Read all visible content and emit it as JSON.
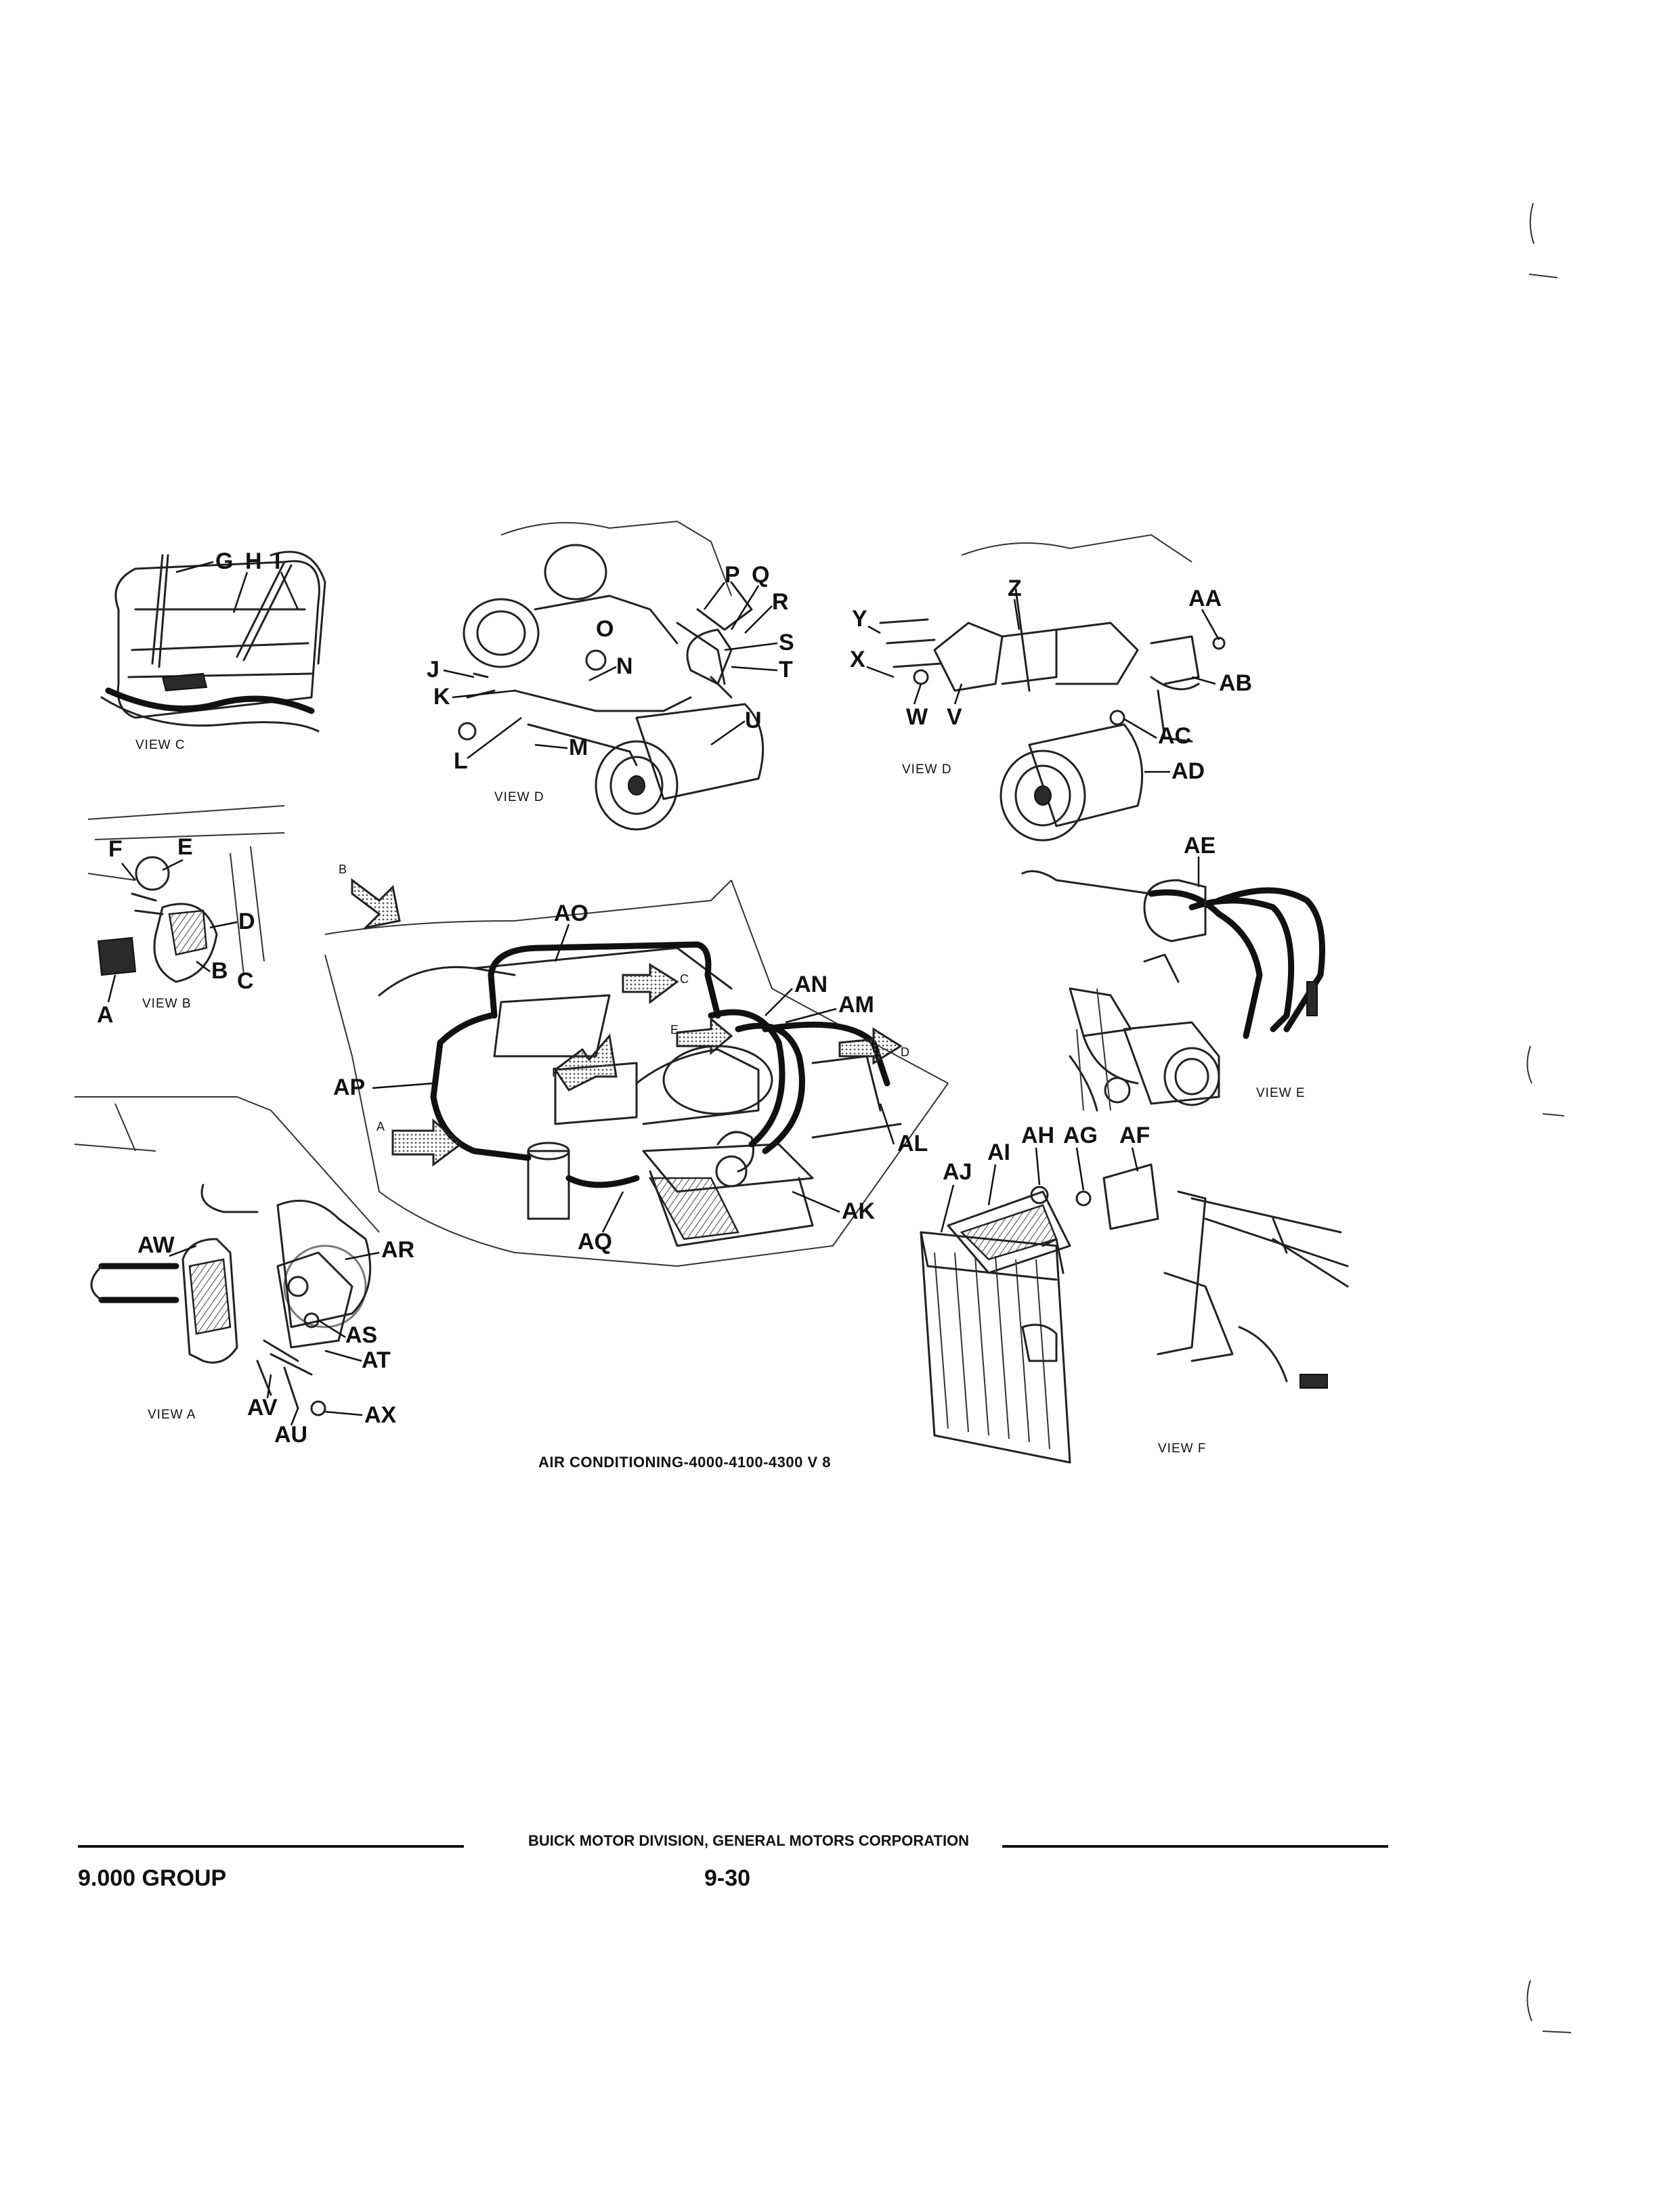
{
  "figure": {
    "caption": "AIR CONDITIONING-4000-4100-4300 V 8",
    "views": {
      "view_c": "VIEW C",
      "view_d_left": "VIEW D",
      "view_d_right": "VIEW D",
      "view_b": "VIEW B",
      "view_e": "VIEW E",
      "view_a": "VIEW A",
      "view_f": "VIEW F"
    },
    "callouts": [
      "A",
      "B",
      "C",
      "D",
      "E",
      "F",
      "G",
      "H",
      "I",
      "J",
      "K",
      "L",
      "M",
      "N",
      "O",
      "P",
      "Q",
      "R",
      "S",
      "T",
      "U",
      "V",
      "W",
      "X",
      "Y",
      "Z",
      "AA",
      "AB",
      "AC",
      "AD",
      "AE",
      "AF",
      "AG",
      "AH",
      "AI",
      "AJ",
      "AK",
      "AL",
      "AM",
      "AN",
      "AO",
      "AP",
      "AQ",
      "AR",
      "AS",
      "AT",
      "AU",
      "AV",
      "AW",
      "AX"
    ],
    "view_arrows": [
      "A",
      "B",
      "C",
      "D",
      "E",
      "F"
    ]
  },
  "footer": {
    "publisher": "BUICK MOTOR DIVISION, GENERAL MOTORS CORPORATION",
    "group": "9.000 GROUP",
    "page": "9-30"
  }
}
